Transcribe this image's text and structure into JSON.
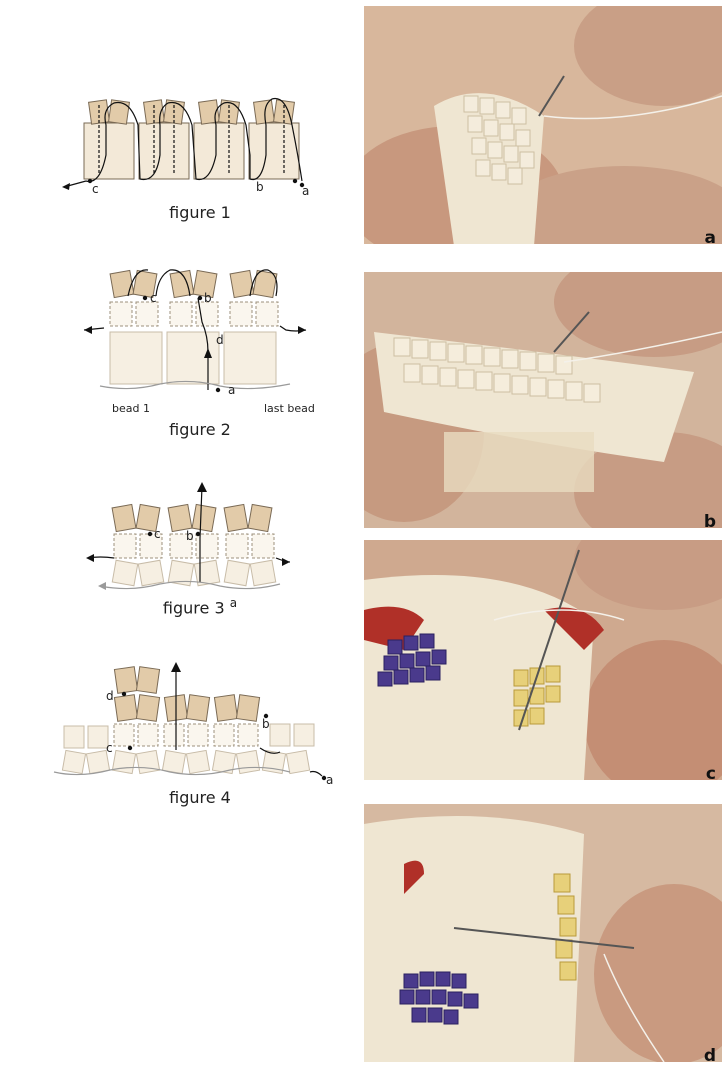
{
  "figures": [
    {
      "caption": "figure 1",
      "labels": {
        "a": "a",
        "b": "b",
        "c": "c"
      }
    },
    {
      "caption": "figure 2",
      "labels": {
        "a": "a",
        "b": "b",
        "c": "c",
        "d": "d",
        "bead1": "bead 1",
        "last_bead": "last bead"
      }
    },
    {
      "caption": "figure 3",
      "labels": {
        "a": "a",
        "b": "b",
        "c": "c"
      }
    },
    {
      "caption": "figure 4",
      "labels": {
        "a": "a",
        "b": "b",
        "c": "c",
        "d": "d"
      }
    }
  ],
  "photos": [
    {
      "letter": "a"
    },
    {
      "letter": "b"
    },
    {
      "letter": "c"
    },
    {
      "letter": "d"
    }
  ],
  "colors": {
    "bead_cream": "#f3e9d8",
    "bead_tan": "#e2cba9",
    "bead_outline": "#7a6a55",
    "thread": "#111111",
    "thread_grey": "#9a9a9a",
    "photo_skin": "#d8b79c",
    "photo_bead_cream": "#efe6d2",
    "photo_bead_purple": "#4a3a8c",
    "photo_bead_gold": "#e7d07a",
    "photo_red": "#b03028"
  }
}
